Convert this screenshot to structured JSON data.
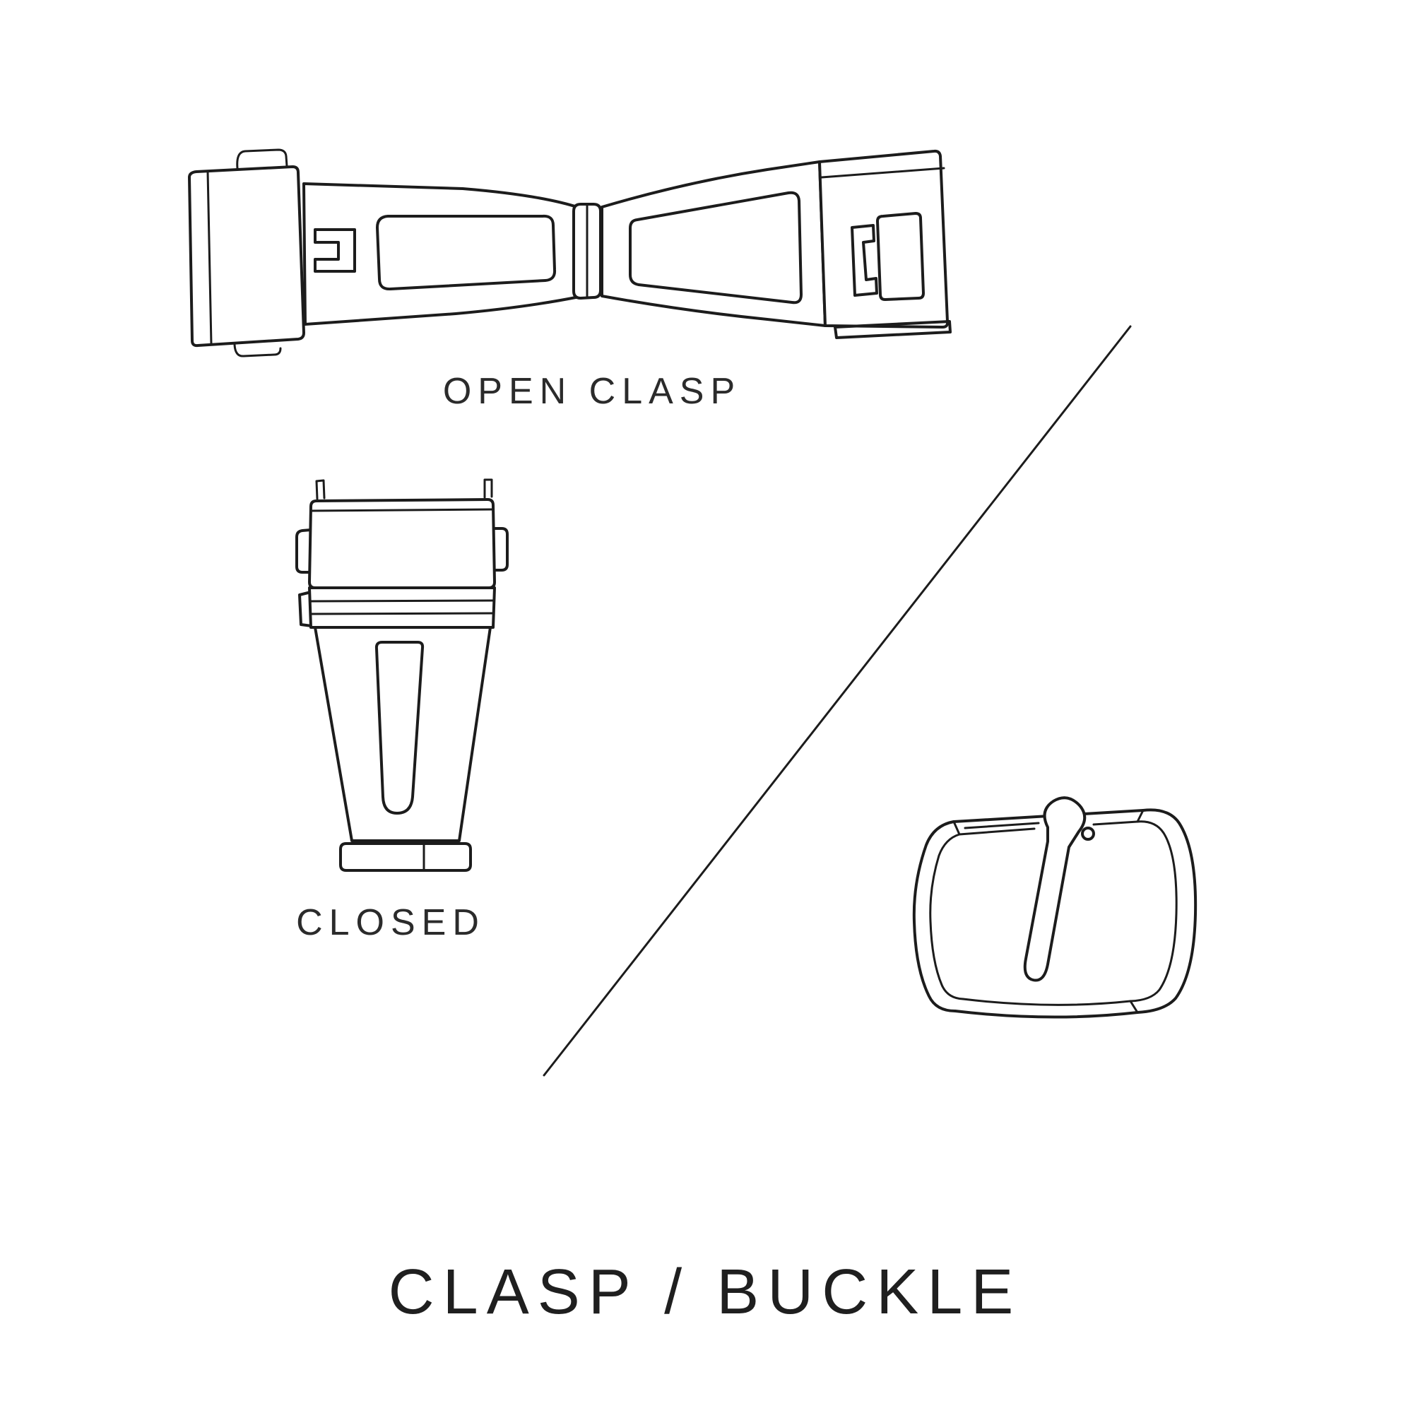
{
  "page": {
    "background_color": "#ffffff",
    "line_color": "#1c1c1c",
    "text_color": "#2b2b2b",
    "title_color": "#1f1f1f"
  },
  "labels": {
    "open_clasp": "OPEN CLASP",
    "closed": "CLOSED",
    "title": "CLASP / BUCKLE"
  },
  "illustrations": [
    {
      "name": "open-clasp",
      "caption": "OPEN CLASP"
    },
    {
      "name": "closed-clasp",
      "caption": "CLOSED"
    },
    {
      "name": "tang-buckle",
      "caption": ""
    }
  ]
}
